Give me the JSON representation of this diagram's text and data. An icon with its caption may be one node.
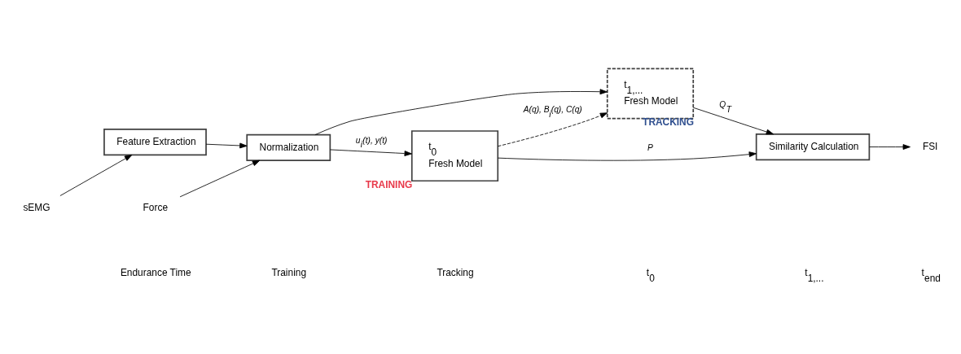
{
  "diagram": {
    "nodes": [
      {
        "text": [
          "Feature Extraction"
        ]
      },
      {
        "text": [
          "Normalization"
        ]
      },
      {
        "text": [
          "sEMG"
        ]
      },
      {
        "text": [
          "Force"
        ]
      },
      {
        "text": [
          "t$_{0}$",
          "Fresh Model"
        ],
        "beside": [
          "TRAINING"
        ]
      },
      {
        "text": [
          "t$_{1,...}$",
          "Fresh Model"
        ],
        "beside": [
          "TRACKING"
        ]
      },
      {
        "text": [
          "Similarity Calculation"
        ]
      },
      {
        "text": [
          "FSI"
        ]
      }
    ],
    "edges": [
      {
        "from": 2,
        "to": 0,
        "arrow": "to"
      },
      {
        "from": 3,
        "to": 1,
        "arrow": "to"
      },
      {
        "from": 0,
        "to": 1,
        "arrow": "to"
      },
      {
        "from": 1,
        "to": 4,
        "arrow": "to",
        "label": "u$_{i}$(t), y(t)"
      },
      {
        "from": 1,
        "to": 5,
        "arrow": "to"
      },
      {
        "from": 4,
        "to": 6,
        "arrow": "to",
        "label": "P"
      },
      {
        "from": 5,
        "to": 6,
        "arrow": "to",
        "label": "Q$_{T}$"
      },
      {
        "from": 4,
        "to": 5,
        "arrow": "to",
        "label": "A(q), B$_{i}$(q), C(q)",
        "style": "dashed"
      },
      {
        "from": 6,
        "to": 7,
        "arrow": "to"
      }
    ],
    "labels": [
      "Endurance Time",
      "Training",
      "Tracking",
      "t$_{0}$",
      "t$_{1,...}$",
      "t$_{end}$"
    ]
  }
}
